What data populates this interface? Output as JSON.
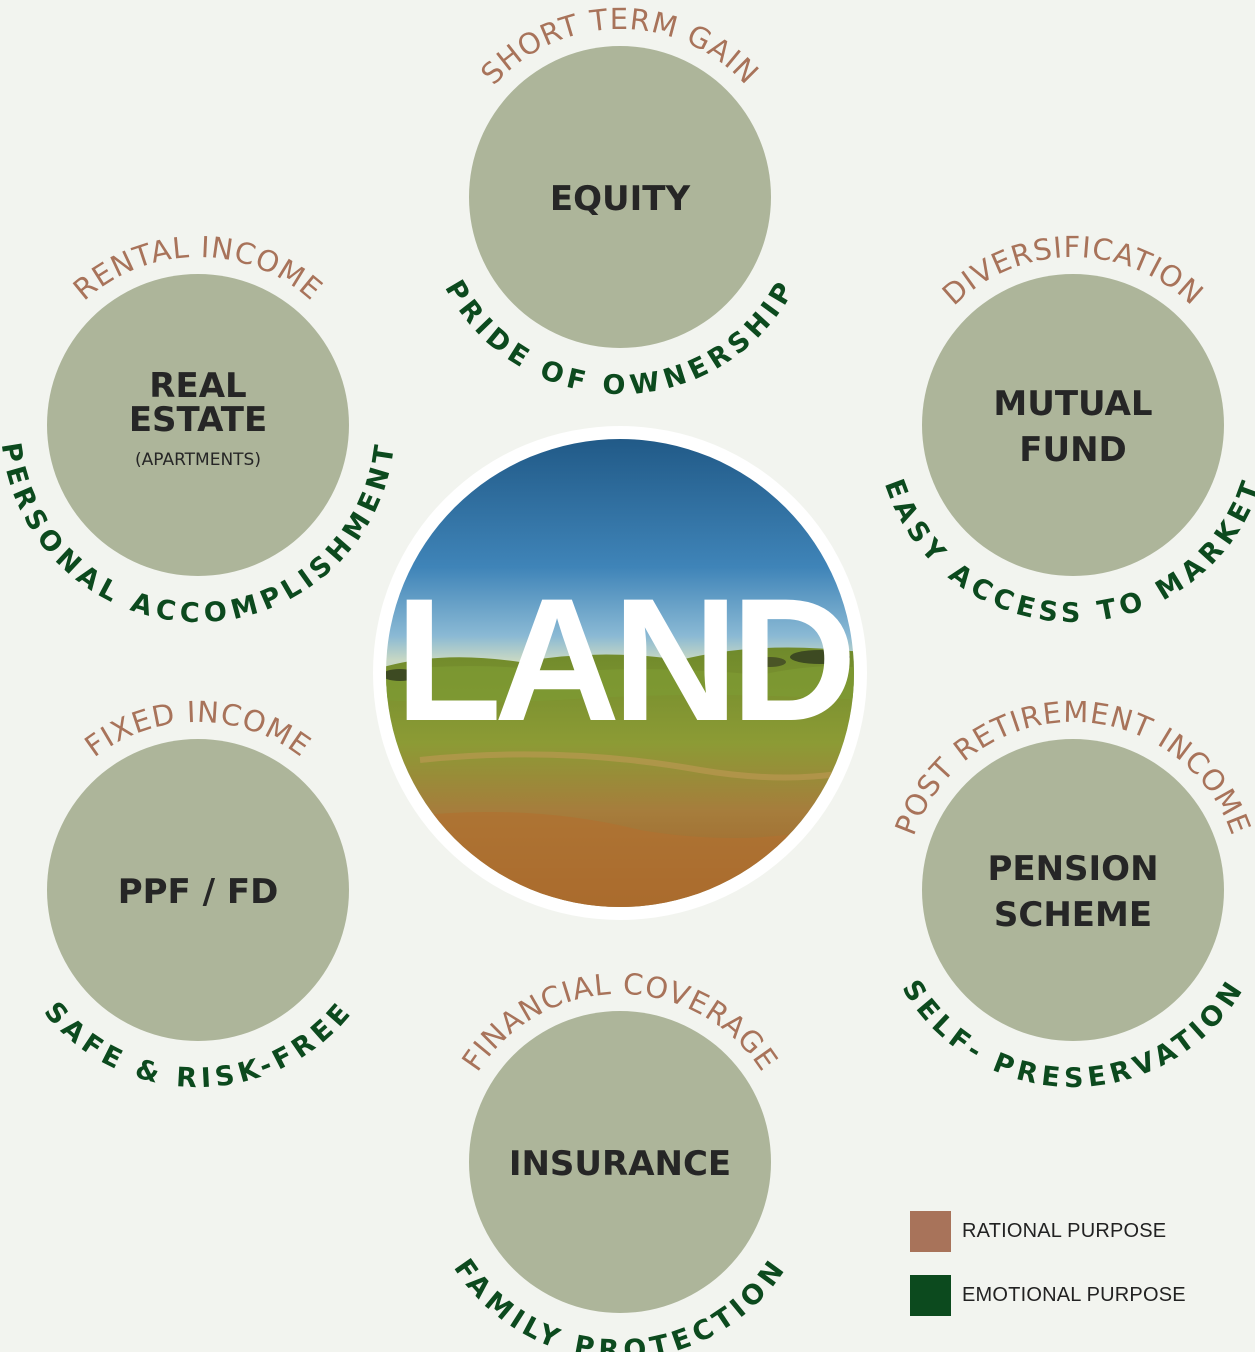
{
  "colors": {
    "background": "#f2f4ef",
    "circle": "#adb59a",
    "rational": "#a8735a",
    "emotional": "#0c4a1e",
    "label": "#262626"
  },
  "center": {
    "label": "LAND"
  },
  "items": [
    {
      "id": "equity",
      "lines": [
        "EQUITY"
      ],
      "sub": "",
      "rational": "SHORT TERM GAIN",
      "emotional": "PRIDE OF OWNERSHIP"
    },
    {
      "id": "real-estate",
      "lines": [
        "REAL",
        "ESTATE"
      ],
      "sub": "(APARTMENTS)",
      "rational": "RENTAL INCOME",
      "emotional": "PERSONAL ACCOMPLISHMENT"
    },
    {
      "id": "mutual-fund",
      "lines": [
        "MUTUAL",
        "FUND"
      ],
      "sub": "",
      "rational": "DIVERSIFICATION",
      "emotional": "EASY ACCESS TO MARKET"
    },
    {
      "id": "ppf-fd",
      "lines": [
        "PPF / FD"
      ],
      "sub": "",
      "rational": "FIXED INCOME",
      "emotional": "SAFE & RISK-FREE"
    },
    {
      "id": "pension",
      "lines": [
        "PENSION",
        "SCHEME"
      ],
      "sub": "",
      "rational": "POST RETIREMENT INCOME",
      "emotional": "SELF- PRESERVATION"
    },
    {
      "id": "insurance",
      "lines": [
        "INSURANCE"
      ],
      "sub": "",
      "rational": "FINANCIAL COVERAGE",
      "emotional": "FAMILY PROTECTION"
    }
  ],
  "legend": [
    {
      "label": "RATIONAL PURPOSE",
      "color": "#a8735a"
    },
    {
      "label": "EMOTIONAL PURPOSE",
      "color": "#0c4a1e"
    }
  ]
}
